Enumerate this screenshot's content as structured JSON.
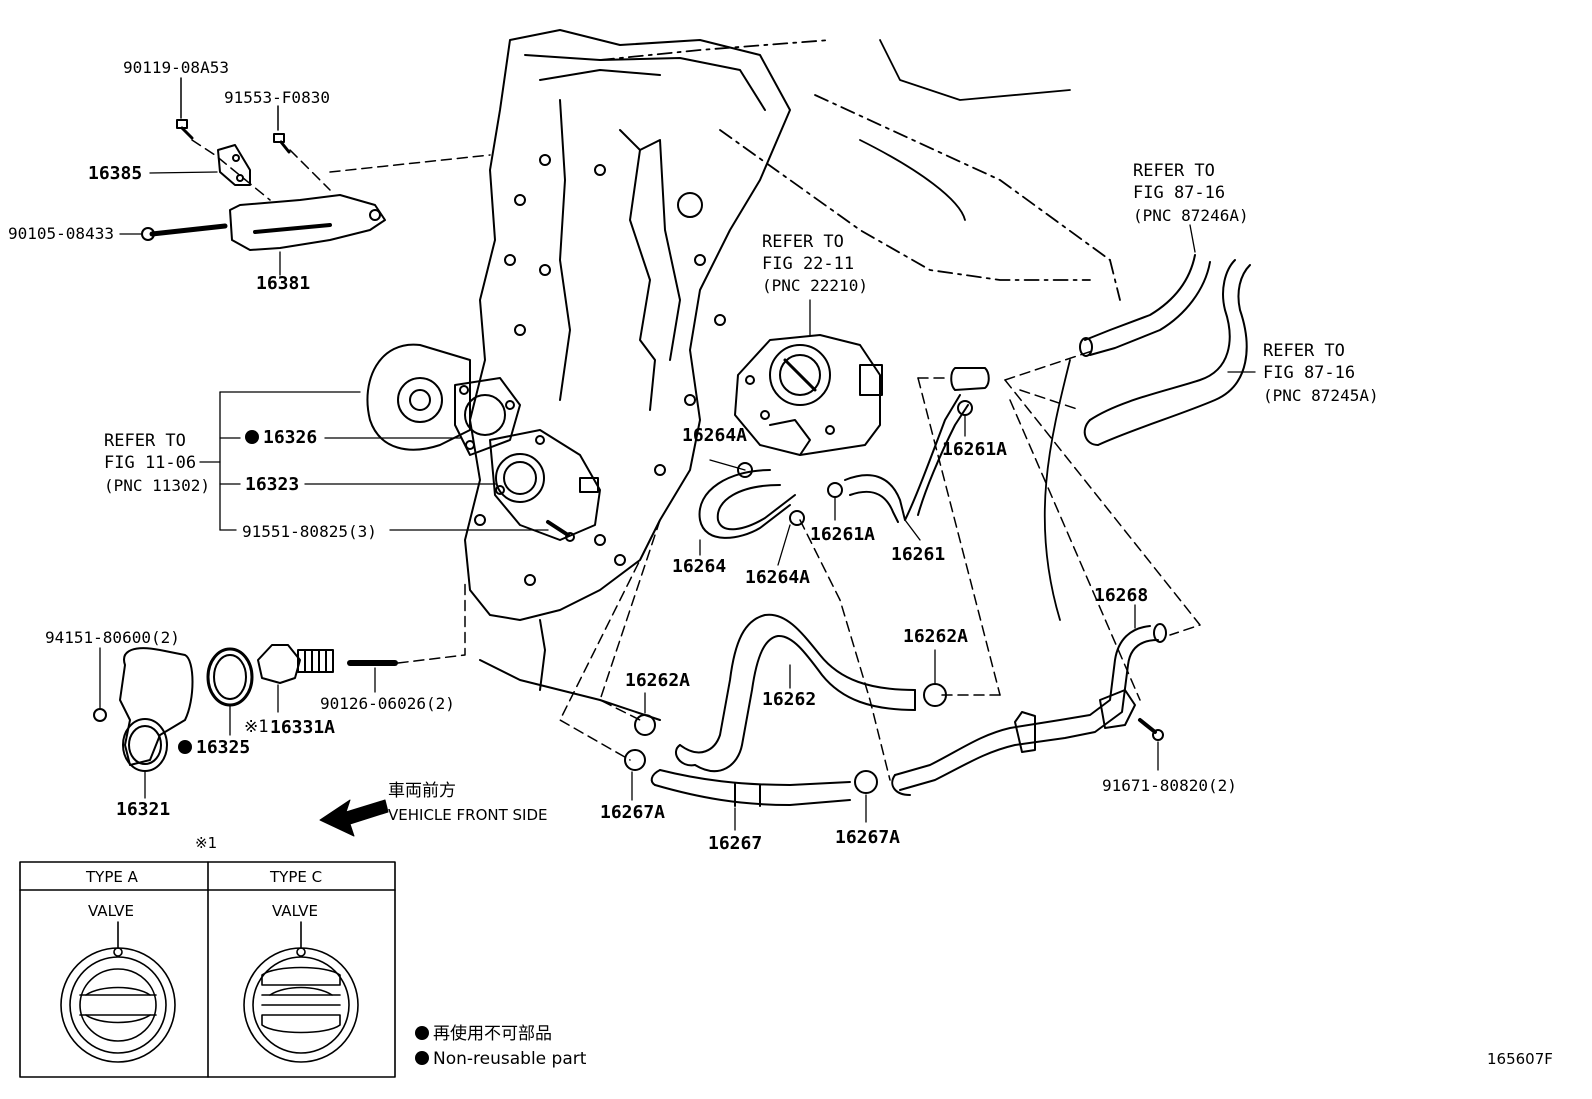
{
  "labels": {
    "p90119": "90119-08A53",
    "p91553": "91553-F0830",
    "p16385": "16385",
    "p90105": "90105-08433",
    "p16381": "16381",
    "p16326": "16326",
    "p16323": "16323",
    "p91551": "91551-80825(3)",
    "p94151": "94151-80600(2)",
    "p16325": "16325",
    "p16331A": "16331A",
    "p16321": "16321",
    "p90126": "90126-06026(2)",
    "p16264A_top": "16264A",
    "p16264": "16264",
    "p16264A_bot": "16264A",
    "p16261A_top": "16261A",
    "p16261A_bot": "16261A",
    "p16261": "16261",
    "p16262A_left": "16262A",
    "p16262": "16262",
    "p16262A_right": "16262A",
    "p16267A_left": "16267A",
    "p16267": "16267",
    "p16267A_right": "16267A",
    "p16268": "16268",
    "p91671": "91671-80820(2)",
    "ref_mark": "※1"
  },
  "refs": {
    "fig1106": {
      "line1": "REFER TO",
      "line2": "FIG 11-06",
      "line3": "(PNC 11302)"
    },
    "fig2211": {
      "line1": "REFER TO",
      "line2": "FIG 22-11",
      "line3": "(PNC 22210)"
    },
    "fig8716a": {
      "line1": "REFER TO",
      "line2": "FIG 87-16",
      "line3": "(PNC 87246A)"
    },
    "fig8716b": {
      "line1": "REFER TO",
      "line2": "FIG 87-16",
      "line3": "(PNC 87245A)"
    }
  },
  "vehicle_front": {
    "jp": "車両前方",
    "en": "VEHICLE FRONT SIDE"
  },
  "types_table": {
    "mark": "※1",
    "col_a": "TYPE A",
    "col_c": "TYPE C",
    "valve_a": "VALVE",
    "valve_c": "VALVE"
  },
  "legend": {
    "jp": "再使用不可部品",
    "en": "Non-reusable part"
  },
  "figure_id": "165607F"
}
